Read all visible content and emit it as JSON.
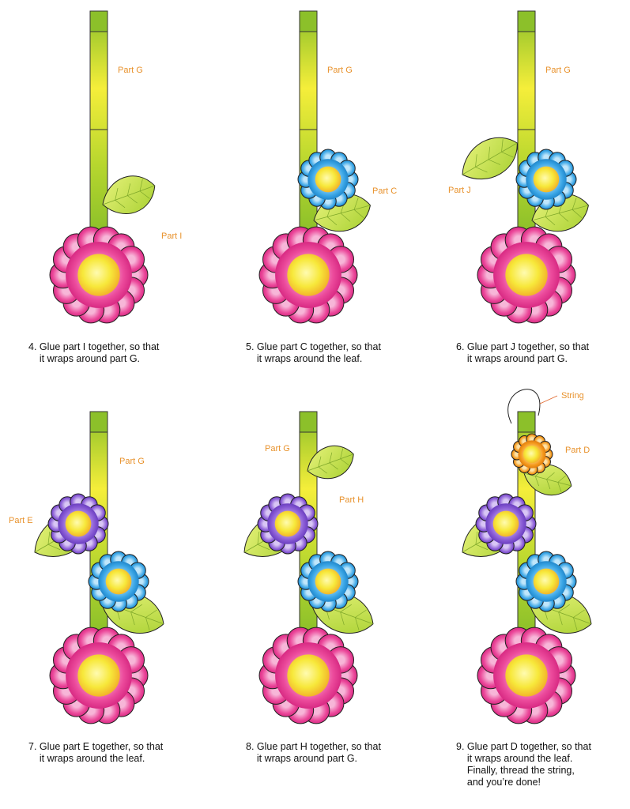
{
  "steps": [
    {
      "number": "4.",
      "caption": [
        "Glue part I together, so that",
        "it wraps around part G."
      ],
      "labels": {
        "a": "Part G",
        "b": "Part I"
      }
    },
    {
      "number": "5.",
      "caption": [
        "Glue part C together, so that",
        "it wraps around the leaf."
      ],
      "labels": {
        "a": "Part G",
        "b": "Part C"
      }
    },
    {
      "number": "6.",
      "caption": [
        "Glue part J together, so that",
        "it wraps around part G."
      ],
      "labels": {
        "a": "Part G",
        "b": "Part J"
      }
    },
    {
      "number": "7.",
      "caption": [
        "Glue part E together, so that",
        "it wraps around the leaf."
      ],
      "labels": {
        "a": "Part G",
        "b": "Part E"
      }
    },
    {
      "number": "8.",
      "caption": [
        "Glue part H together, so that",
        "it wraps around part G."
      ],
      "labels": {
        "a": "Part G",
        "b": "Part H"
      }
    },
    {
      "number": "9.",
      "caption": [
        "Glue part D together, so that",
        "it wraps around the leaf.",
        "Finally, thread the string,",
        "and you’re done!"
      ],
      "labels": {
        "a": "String",
        "b": "Part D"
      }
    }
  ],
  "colors": {
    "label": "#e8922c",
    "string_label": "#e0652a",
    "stem_light": "#f5ee3a",
    "stem_dark": "#9cc826",
    "leaf": "#c7e24a",
    "pink_flower": "#e8368f",
    "blue_flower": "#3aa6e6",
    "purple_flower": "#8a5cd6",
    "orange_flower": "#f59a1c",
    "flower_center": "#f7e83a"
  }
}
